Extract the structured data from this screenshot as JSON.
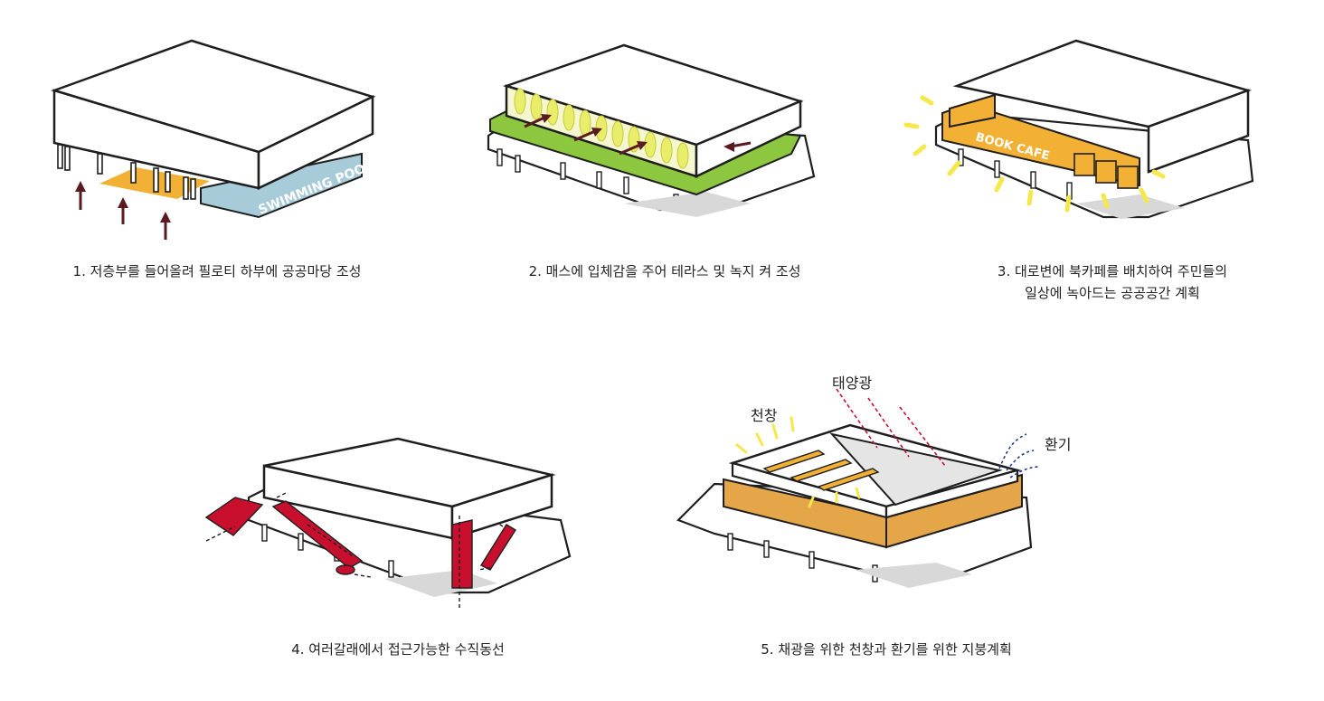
{
  "colors": {
    "outline": "#1e1e1e",
    "orange": "#f2b134",
    "green": "#8dc63f",
    "pool": "#a7cbd9",
    "yellow": "#f6e84b",
    "red": "#c8102e",
    "arrow_dark": "#5a1a1f",
    "blue": "#1f3a8a"
  },
  "panels": [
    {
      "caption": "1. 저층부를 들어올려 필로티 하부에 공공마당 조성",
      "label": "SWIMMING POOL"
    },
    {
      "caption": "2. 매스에 입체감을 주어 테라스 및 녹지 켜 조성"
    },
    {
      "caption_line1": "3. 대로변에 북카페를 배치하여 주민들의",
      "caption_line2": "일상에 녹아드는 공공공간 계획",
      "label": "BOOK CAFE"
    },
    {
      "caption": "4. 여러갈래에서 접근가능한 수직동선"
    },
    {
      "caption": "5. 채광을 위한 천창과 환기를 위한 지붕계획",
      "callouts": {
        "sunlight": "태양광",
        "skylight": "천창",
        "ventilation": "환기"
      }
    }
  ]
}
